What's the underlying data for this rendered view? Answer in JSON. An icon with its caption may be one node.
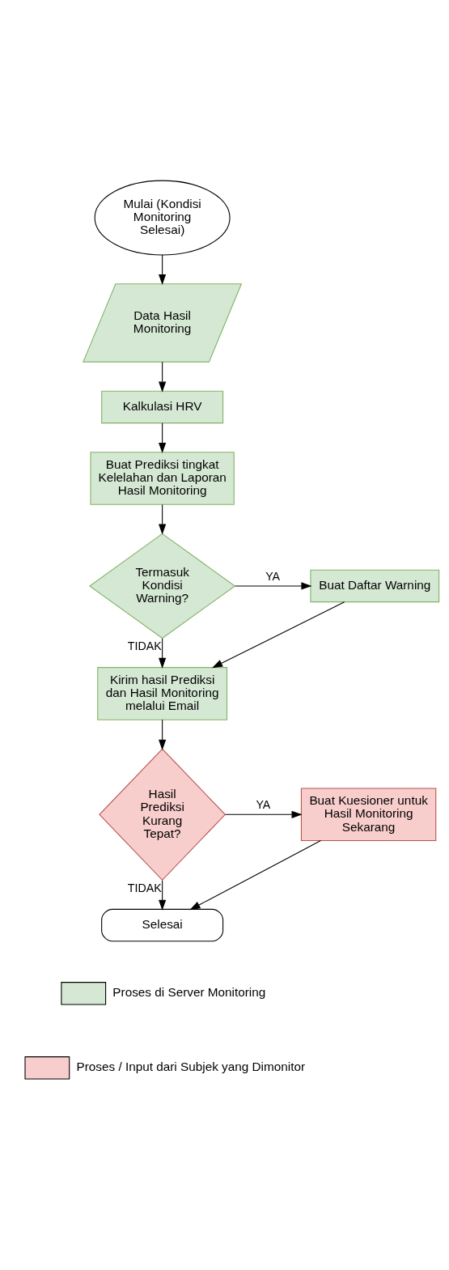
{
  "diagram": {
    "nodes": [
      {
        "text": [
          "Mulai (Kondisi Monitoring Selesai)"
        ]
      },
      {
        "text": [
          "Data Hasil Monitoring"
        ]
      },
      {
        "text": [
          "Kalkulasi HRV"
        ]
      },
      {
        "text": [
          "Buat Prediksi tingkat Kelelahan dan Laporan Hasil Monitoring"
        ]
      },
      {
        "text": [
          "Termasuk Kondisi Warning?"
        ]
      },
      {
        "text": [
          "Buat Daftar Warning"
        ]
      },
      {
        "text": [
          "Kirim hasil Prediksi dan Hasil Monitoring melalui Email"
        ]
      },
      {
        "text": [
          "Hasil Prediksi Kurang Tepat?"
        ]
      },
      {
        "text": [
          "Buat Kuesioner untuk Hasil Monitoring Sekarang"
        ]
      },
      {
        "text": [
          "Selesai"
        ]
      }
    ],
    "edges": [
      {
        "from": 0,
        "to": 1,
        "arrow": "to"
      },
      {
        "from": 1,
        "to": 2,
        "arrow": "to"
      },
      {
        "from": 2,
        "to": 3,
        "arrow": "to"
      },
      {
        "from": 3,
        "to": 4,
        "arrow": "to"
      },
      {
        "from": 4,
        "to": 5,
        "arrow": "to",
        "label": "YA"
      },
      {
        "from": 4,
        "to": 6,
        "arrow": "to",
        "label": "TIDAK"
      },
      {
        "from": 5,
        "to": 6,
        "arrow": "to"
      },
      {
        "from": 6,
        "to": 7,
        "arrow": "to"
      },
      {
        "from": 7,
        "to": 8,
        "arrow": "to",
        "label": "YA"
      },
      {
        "from": 7,
        "to": 9,
        "arrow": "to",
        "label": "TIDAK"
      },
      {
        "from": 8,
        "to": 9,
        "arrow": "to"
      }
    ],
    "legend": [
      {
        "text": "Proses di Server Monitoring",
        "color": "#d5e8d4"
      },
      {
        "text": "Proses / Input dari Subjek yang Dimonitor",
        "color": "#f8cecc"
      }
    ]
  }
}
